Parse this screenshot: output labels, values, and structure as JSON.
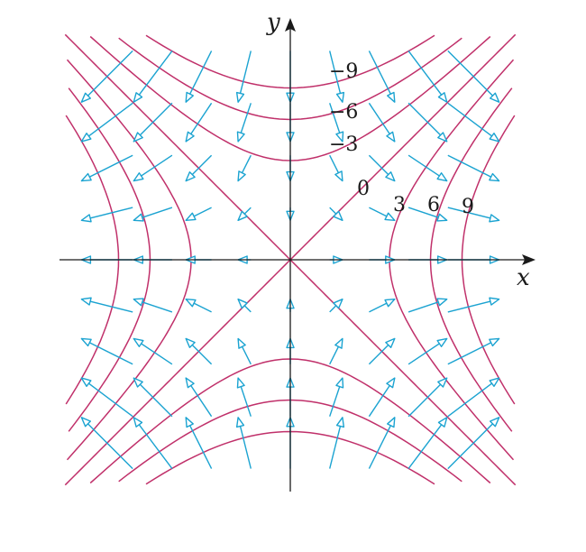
{
  "figure": {
    "type": "vector-field-with-level-curves",
    "axis_labels": {
      "x": "x",
      "y": "y"
    },
    "level_labels": [
      "−9",
      "−6",
      "−3",
      "0",
      "3",
      "6",
      "9"
    ],
    "colors": {
      "background": "#ffffff",
      "axes": "#1a1a1a",
      "curves": "#c0306a",
      "arrows": "#1ba3d1",
      "labels": "#1a1a1a"
    },
    "level_values": [
      -9,
      -6,
      -3,
      0,
      3,
      6,
      9
    ]
  }
}
